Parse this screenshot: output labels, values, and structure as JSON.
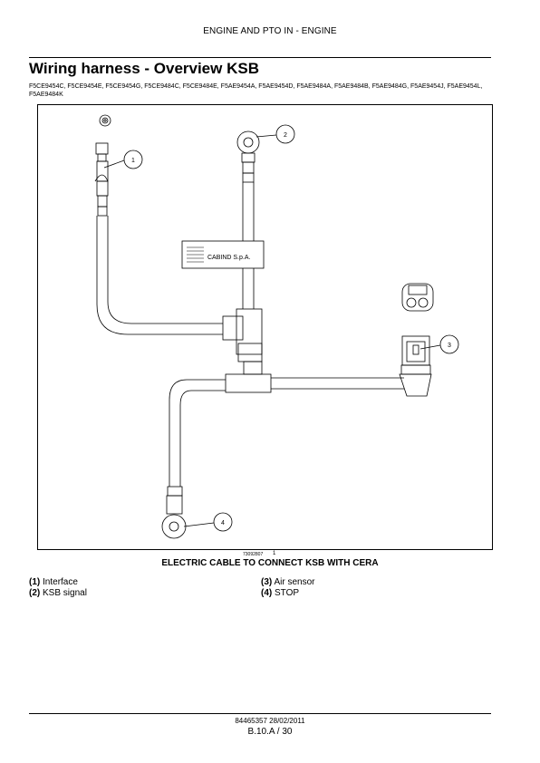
{
  "header": {
    "section": "ENGINE AND PTO IN - ENGINE"
  },
  "title": "Wiring harness - Overview KSB",
  "models": "F5CE9454C, F5CE9454E, F5CE9454G, F5CE9484C, F5CE9484E, F5AE9454A, F5AE9454D, F5AE9484A, F5AE9484B, F5AE9484G, F5AE9454J, F5AE9454L, F5AE9484K",
  "figure": {
    "label_text": "CABIND S.p.A.",
    "callouts": [
      "1",
      "2",
      "3",
      "4"
    ],
    "image_id": "73092807",
    "number": "1",
    "caption": "ELECTRIC CABLE TO CONNECT KSB WITH CERA"
  },
  "legend": [
    {
      "num": "(1)",
      "text": "Interface"
    },
    {
      "num": "(2)",
      "text": "KSB signal"
    },
    {
      "num": "(3)",
      "text": "Air sensor"
    },
    {
      "num": "(4)",
      "text": "STOP"
    }
  ],
  "footer": {
    "doc": "84465357 28/02/2011",
    "page": "B.10.A / 30"
  }
}
